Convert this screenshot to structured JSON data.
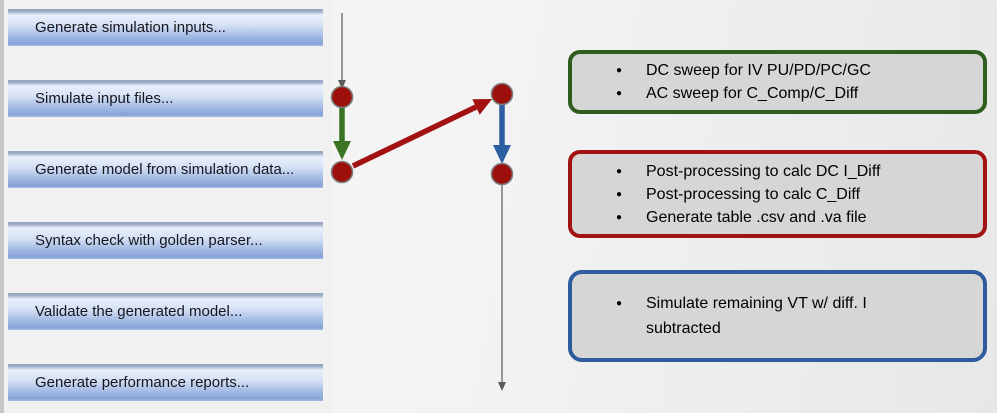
{
  "bullet": "●",
  "steps": [
    "Generate simulation inputs...",
    "Simulate input files...",
    "Generate model from simulation data...",
    "Syntax check with golden parser...",
    "Validate the generated model...",
    "Generate performance reports..."
  ],
  "annotations": [
    {
      "name": "sweeps",
      "border_color": "#2f5d1e",
      "bullets": [
        "DC sweep for IV PU/PD/PC/GC",
        "AC sweep for C_Comp/C_Diff"
      ]
    },
    {
      "name": "post-processing",
      "border_color": "#a31212",
      "bullets": [
        "Post-processing to calc DC I_Diff",
        "Post-processing to calc C_Diff",
        "Generate table .csv and .va file"
      ]
    },
    {
      "name": "simulate-remaining",
      "border_color": "#2e5c9e",
      "bullets": [
        "Simulate remaining VT w/ diff. I subtracted"
      ]
    }
  ],
  "palette": {
    "node_fill": "#9c0f0a",
    "node_stroke": "#7d7d7d",
    "arrow_green": "#3b7423",
    "arrow_red": "#a31212",
    "arrow_blue": "#2c5ea4",
    "connector": "#5a5a5a",
    "box_fill": "#d6d6d6",
    "bar_top": "#e9f0fb",
    "bar_bottom": "#86a3d6"
  }
}
